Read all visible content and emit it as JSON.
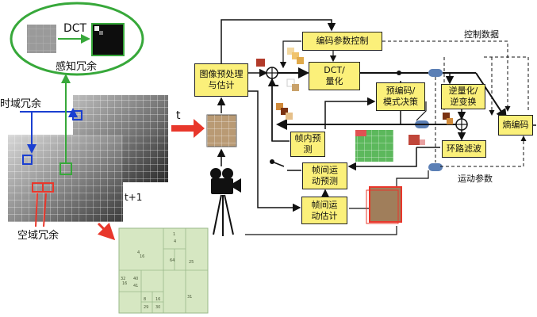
{
  "perception": {
    "dct_label": "DCT",
    "caption": "感知冗余"
  },
  "temporal_label": "时域冗余",
  "spatial_label": "空域冗余",
  "frame_t": "t",
  "frame_t1": "t+1",
  "blocks": {
    "preprocess": "图像预处理\n与估计",
    "param_ctrl": "编码参数控制",
    "dct_quant": "DCT/\n量化",
    "pre_encode": "预编码/\n模式决策",
    "inv_quant": "逆量化/\n逆变换",
    "entropy": "熵编码",
    "intra_pred": "帧内预\n测",
    "inter_pred": "帧间运\n动预测",
    "motion_est": "帧间运\n动估计",
    "loop_filter": "环路滤波"
  },
  "labels": {
    "control_data": "控制数据",
    "motion_params": "运动参数",
    "minus": "-",
    "plus": "+"
  },
  "quadtree_numbers": [
    "1",
    "4",
    "4",
    "16",
    "64",
    "25",
    "32",
    "16",
    "40",
    "41",
    "8",
    "16",
    "29",
    "30",
    "31"
  ],
  "colors": {
    "box": "#fbf07a",
    "red": "#e8372b",
    "blue": "#1a3fd1",
    "green": "#37a83a",
    "quadtree": "#d6e7c2"
  }
}
